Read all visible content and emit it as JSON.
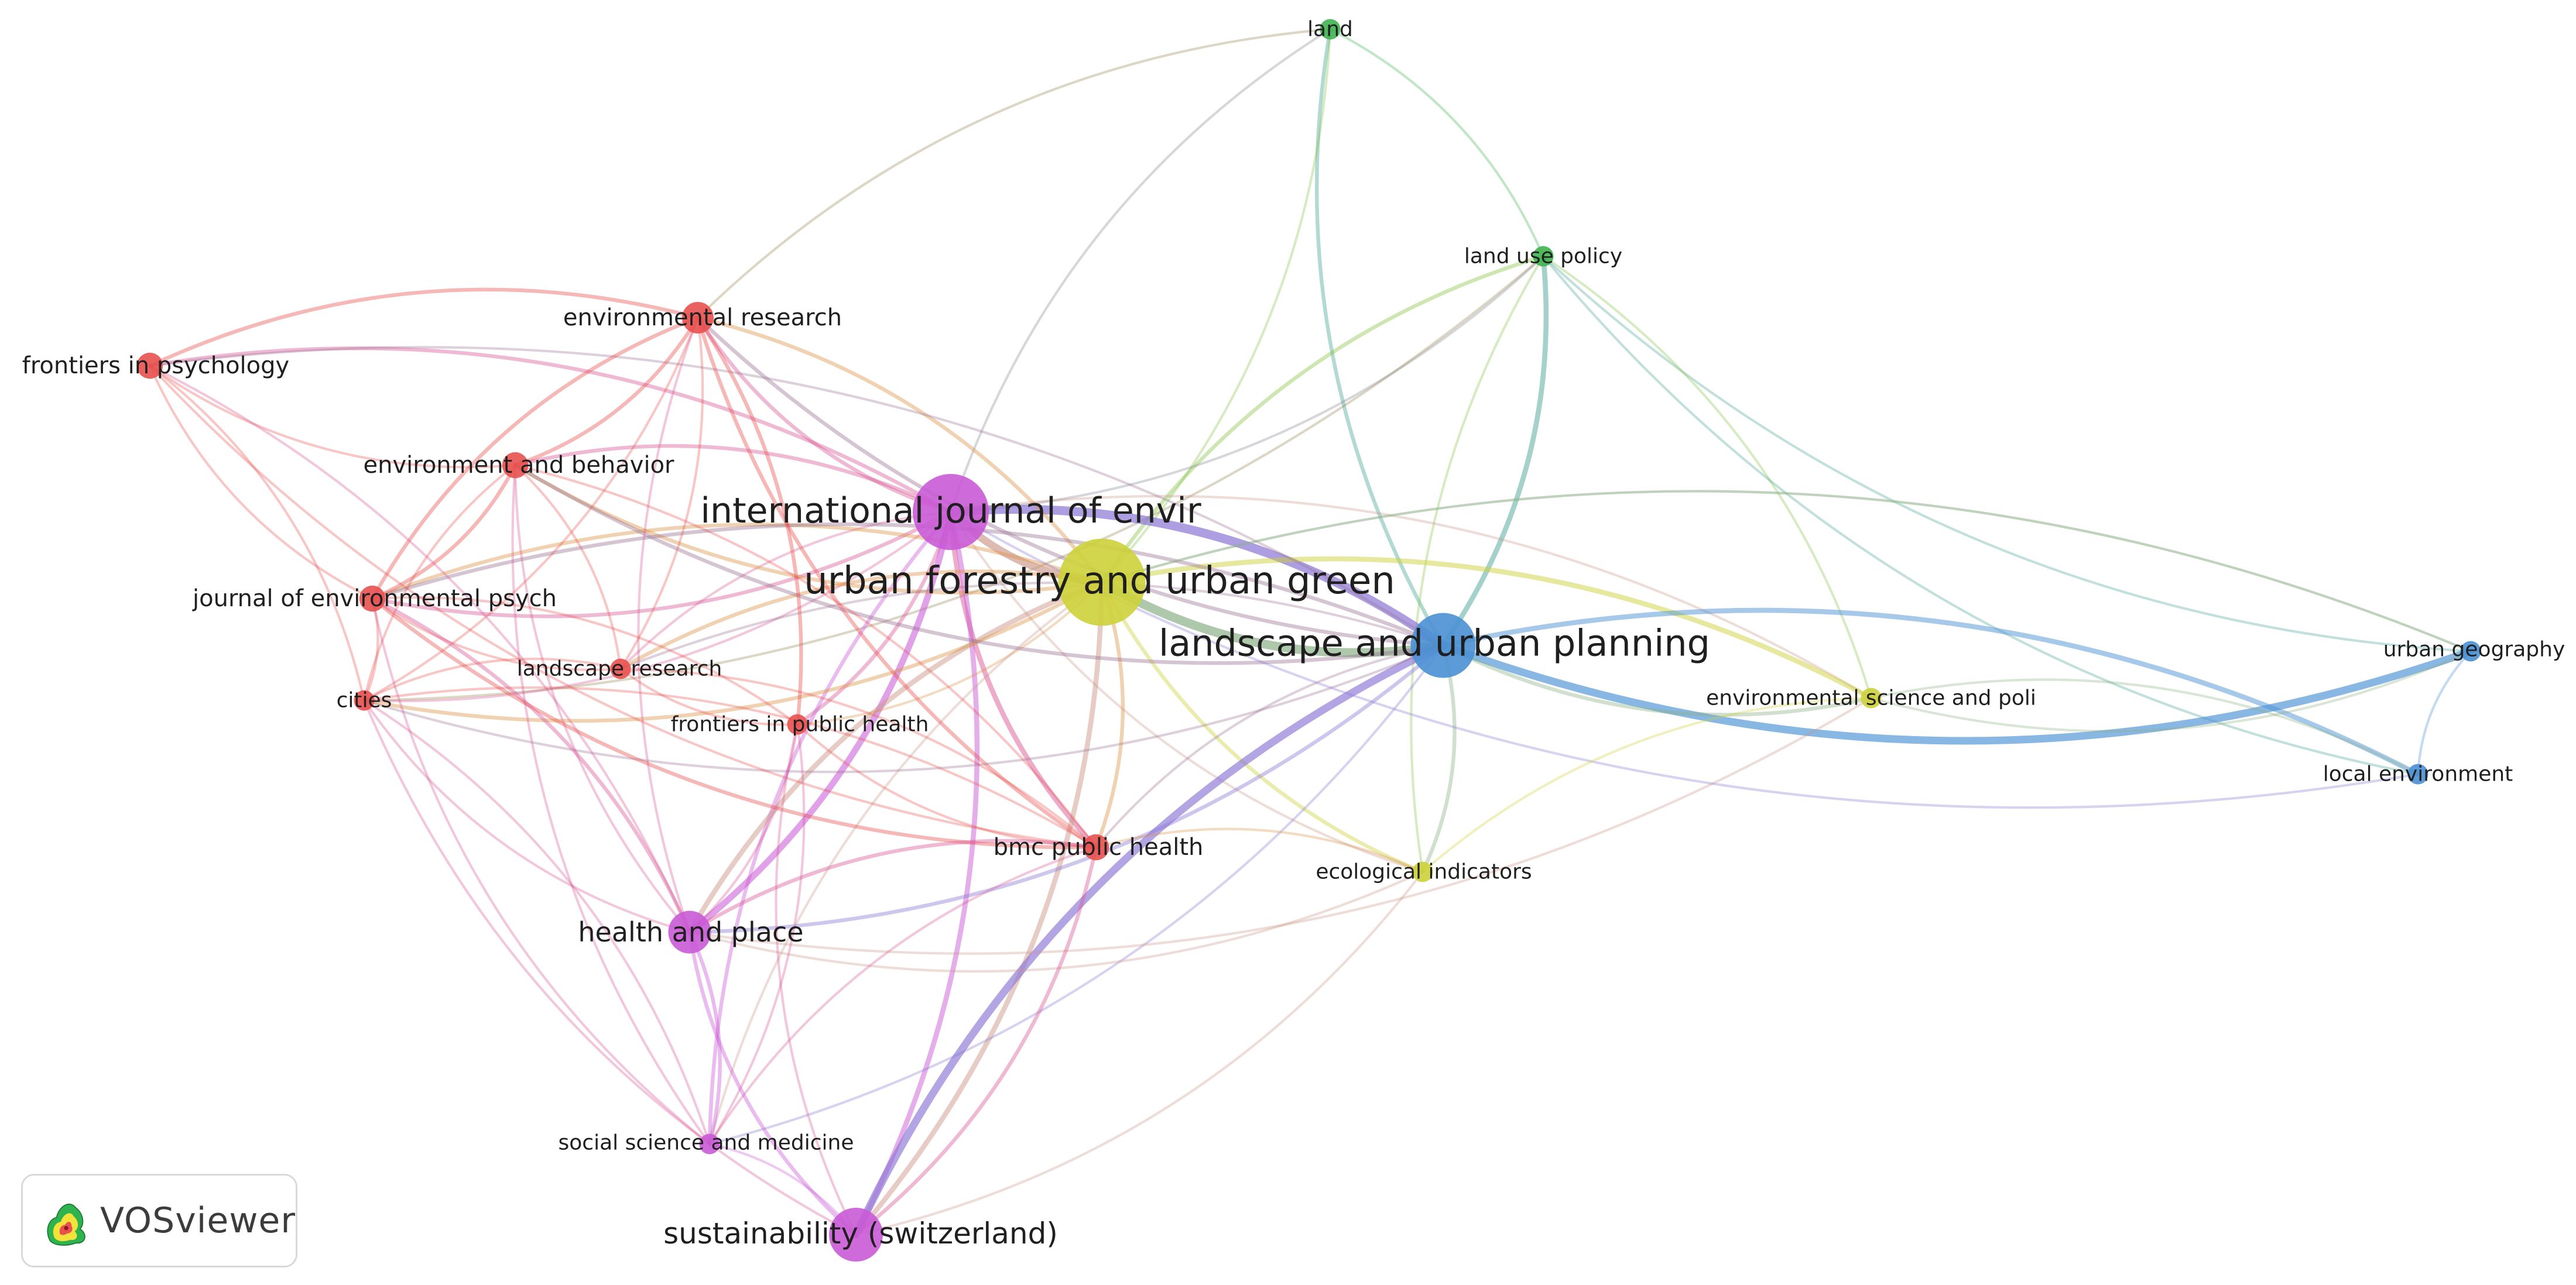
{
  "software": {
    "name": "VOSviewer",
    "logo_icon": "vosviewer-logo-icon"
  },
  "clusters": {
    "red": "#e8514f",
    "green": "#3fb34f",
    "blue": "#4a90d4",
    "yellow": "#cdd13a",
    "purple": "#c95ad6"
  },
  "nodes": [
    {
      "id": "land",
      "label": "land",
      "cluster": "green",
      "weight": 1
    },
    {
      "id": "luse",
      "label": "land use policy",
      "cluster": "green",
      "weight": 1
    },
    {
      "id": "envres",
      "label": "environmental research",
      "cluster": "red",
      "weight": 2
    },
    {
      "id": "frpsy",
      "label": "frontiers in psychology",
      "cluster": "red",
      "weight": 1.5
    },
    {
      "id": "envbeh",
      "label": "environment and behavior",
      "cluster": "red",
      "weight": 1.5
    },
    {
      "id": "ijer",
      "label": "international journal of envir",
      "cluster": "purple",
      "weight": 6
    },
    {
      "id": "ufug",
      "label": "urban forestry and urban green",
      "cluster": "yellow",
      "weight": 7
    },
    {
      "id": "jep",
      "label": "journal of environmental psych",
      "cluster": "red",
      "weight": 1.5
    },
    {
      "id": "lur",
      "label": "landscape research",
      "cluster": "red",
      "weight": 1
    },
    {
      "id": "lup",
      "label": "landscape and urban planning",
      "cluster": "blue",
      "weight": 5
    },
    {
      "id": "cities",
      "label": "cities",
      "cluster": "red",
      "weight": 1
    },
    {
      "id": "frph",
      "label": "frontiers in public health",
      "cluster": "red",
      "weight": 1
    },
    {
      "id": "esp",
      "label": "environmental science and poli",
      "cluster": "yellow",
      "weight": 1
    },
    {
      "id": "ug",
      "label": "urban geography",
      "cluster": "blue",
      "weight": 1
    },
    {
      "id": "le",
      "label": "local environment",
      "cluster": "blue",
      "weight": 1
    },
    {
      "id": "bmc",
      "label": "bmc public health",
      "cluster": "red",
      "weight": 1.5
    },
    {
      "id": "ecoind",
      "label": "ecological indicators",
      "cluster": "yellow",
      "weight": 1
    },
    {
      "id": "hp",
      "label": "health and place",
      "cluster": "purple",
      "weight": 3
    },
    {
      "id": "ssm",
      "label": "social science and medicine",
      "cluster": "purple",
      "weight": 1
    },
    {
      "id": "sust",
      "label": "sustainability (switzerland)",
      "cluster": "purple",
      "weight": 4
    }
  ],
  "links": [
    {
      "s": "land",
      "t": "lup",
      "w": 2
    },
    {
      "s": "land",
      "t": "luse",
      "w": 1
    },
    {
      "s": "land",
      "t": "ijer",
      "w": 1
    },
    {
      "s": "land",
      "t": "ufug",
      "w": 1
    },
    {
      "s": "land",
      "t": "envres",
      "w": 1
    },
    {
      "s": "luse",
      "t": "lup",
      "w": 3
    },
    {
      "s": "luse",
      "t": "ufug",
      "w": 2
    },
    {
      "s": "luse",
      "t": "ijer",
      "w": 1
    },
    {
      "s": "luse",
      "t": "ug",
      "w": 1
    },
    {
      "s": "luse",
      "t": "esp",
      "w": 1
    },
    {
      "s": "luse",
      "t": "ecoind",
      "w": 1
    },
    {
      "s": "luse",
      "t": "cities",
      "w": 1
    },
    {
      "s": "luse",
      "t": "le",
      "w": 1
    },
    {
      "s": "ijer",
      "t": "lup",
      "w": 6
    },
    {
      "s": "ijer",
      "t": "ufug",
      "w": 5
    },
    {
      "s": "ijer",
      "t": "envres",
      "w": 2
    },
    {
      "s": "ijer",
      "t": "envbeh",
      "w": 2
    },
    {
      "s": "ijer",
      "t": "jep",
      "w": 2
    },
    {
      "s": "ijer",
      "t": "frpsy",
      "w": 2
    },
    {
      "s": "ijer",
      "t": "cities",
      "w": 1
    },
    {
      "s": "ijer",
      "t": "lur",
      "w": 1
    },
    {
      "s": "ijer",
      "t": "frph",
      "w": 2
    },
    {
      "s": "ijer",
      "t": "bmc",
      "w": 3
    },
    {
      "s": "ijer",
      "t": "hp",
      "w": 4
    },
    {
      "s": "ijer",
      "t": "ssm",
      "w": 2
    },
    {
      "s": "ijer",
      "t": "sust",
      "w": 3
    },
    {
      "s": "ijer",
      "t": "ecoind",
      "w": 1
    },
    {
      "s": "ijer",
      "t": "esp",
      "w": 1
    },
    {
      "s": "ufug",
      "t": "lup",
      "w": 6
    },
    {
      "s": "ufug",
      "t": "esp",
      "w": 3
    },
    {
      "s": "ufug",
      "t": "ecoind",
      "w": 2
    },
    {
      "s": "ufug",
      "t": "sust",
      "w": 3
    },
    {
      "s": "ufug",
      "t": "hp",
      "w": 3
    },
    {
      "s": "ufug",
      "t": "bmc",
      "w": 2
    },
    {
      "s": "ufug",
      "t": "envres",
      "w": 2
    },
    {
      "s": "ufug",
      "t": "envbeh",
      "w": 2
    },
    {
      "s": "ufug",
      "t": "jep",
      "w": 2
    },
    {
      "s": "ufug",
      "t": "cities",
      "w": 2
    },
    {
      "s": "ufug",
      "t": "lur",
      "w": 2
    },
    {
      "s": "ufug",
      "t": "frph",
      "w": 1
    },
    {
      "s": "ufug",
      "t": "ssm",
      "w": 1
    },
    {
      "s": "ufug",
      "t": "ug",
      "w": 1
    },
    {
      "s": "lup",
      "t": "ug",
      "w": 5
    },
    {
      "s": "lup",
      "t": "le",
      "w": 3
    },
    {
      "s": "lup",
      "t": "esp",
      "w": 2
    },
    {
      "s": "lup",
      "t": "ecoind",
      "w": 2
    },
    {
      "s": "lup",
      "t": "sust",
      "w": 5
    },
    {
      "s": "lup",
      "t": "hp",
      "w": 2
    },
    {
      "s": "lup",
      "t": "bmc",
      "w": 1
    },
    {
      "s": "lup",
      "t": "envres",
      "w": 2
    },
    {
      "s": "lup",
      "t": "frpsy",
      "w": 1
    },
    {
      "s": "lup",
      "t": "envbeh",
      "w": 2
    },
    {
      "s": "lup",
      "t": "jep",
      "w": 2
    },
    {
      "s": "lup",
      "t": "cities",
      "w": 1
    },
    {
      "s": "lup",
      "t": "lur",
      "w": 1
    },
    {
      "s": "lup",
      "t": "ssm",
      "w": 1
    },
    {
      "s": "ug",
      "t": "le",
      "w": 1
    },
    {
      "s": "ug",
      "t": "esp",
      "w": 1
    },
    {
      "s": "ug",
      "t": "ufug",
      "w": 1
    },
    {
      "s": "le",
      "t": "ijer",
      "w": 1
    },
    {
      "s": "le",
      "t": "esp",
      "w": 1
    },
    {
      "s": "esp",
      "t": "hp",
      "w": 1
    },
    {
      "s": "esp",
      "t": "ecoind",
      "w": 1
    },
    {
      "s": "ecoind",
      "t": "sust",
      "w": 1
    },
    {
      "s": "ecoind",
      "t": "bmc",
      "w": 1
    },
    {
      "s": "ecoind",
      "t": "hp",
      "w": 1
    },
    {
      "s": "envres",
      "t": "frpsy",
      "w": 2
    },
    {
      "s": "envres",
      "t": "envbeh",
      "w": 2
    },
    {
      "s": "envres",
      "t": "jep",
      "w": 2
    },
    {
      "s": "envres",
      "t": "cities",
      "w": 1
    },
    {
      "s": "envres",
      "t": "bmc",
      "w": 2
    },
    {
      "s": "envres",
      "t": "frph",
      "w": 2
    },
    {
      "s": "envres",
      "t": "hp",
      "w": 1
    },
    {
      "s": "envres",
      "t": "lur",
      "w": 1
    },
    {
      "s": "frpsy",
      "t": "jep",
      "w": 1
    },
    {
      "s": "frpsy",
      "t": "cities",
      "w": 1
    },
    {
      "s": "frpsy",
      "t": "envbeh",
      "w": 1
    },
    {
      "s": "frpsy",
      "t": "hp",
      "w": 1
    },
    {
      "s": "frpsy",
      "t": "bmc",
      "w": 1
    },
    {
      "s": "envbeh",
      "t": "jep",
      "w": 2
    },
    {
      "s": "envbeh",
      "t": "cities",
      "w": 1
    },
    {
      "s": "envbeh",
      "t": "lur",
      "w": 1
    },
    {
      "s": "envbeh",
      "t": "hp",
      "w": 1
    },
    {
      "s": "envbeh",
      "t": "bmc",
      "w": 1
    },
    {
      "s": "envbeh",
      "t": "ssm",
      "w": 1
    },
    {
      "s": "jep",
      "t": "cities",
      "w": 1
    },
    {
      "s": "jep",
      "t": "lur",
      "w": 1
    },
    {
      "s": "jep",
      "t": "hp",
      "w": 2
    },
    {
      "s": "jep",
      "t": "bmc",
      "w": 2
    },
    {
      "s": "jep",
      "t": "frph",
      "w": 1
    },
    {
      "s": "jep",
      "t": "ssm",
      "w": 1
    },
    {
      "s": "cities",
      "t": "lur",
      "w": 1
    },
    {
      "s": "cities",
      "t": "hp",
      "w": 1
    },
    {
      "s": "cities",
      "t": "bmc",
      "w": 1
    },
    {
      "s": "cities",
      "t": "sust",
      "w": 1
    },
    {
      "s": "cities",
      "t": "ssm",
      "w": 1
    },
    {
      "s": "lur",
      "t": "frph",
      "w": 1
    },
    {
      "s": "lur",
      "t": "bmc",
      "w": 1
    },
    {
      "s": "frph",
      "t": "bmc",
      "w": 1
    },
    {
      "s": "frph",
      "t": "hp",
      "w": 1
    },
    {
      "s": "frph",
      "t": "sust",
      "w": 1
    },
    {
      "s": "frph",
      "t": "ssm",
      "w": 1
    },
    {
      "s": "bmc",
      "t": "hp",
      "w": 2
    },
    {
      "s": "bmc",
      "t": "sust",
      "w": 2
    },
    {
      "s": "bmc",
      "t": "ssm",
      "w": 1
    },
    {
      "s": "hp",
      "t": "ssm",
      "w": 2
    },
    {
      "s": "hp",
      "t": "sust",
      "w": 2
    },
    {
      "s": "ssm",
      "t": "sust",
      "w": 1
    }
  ]
}
